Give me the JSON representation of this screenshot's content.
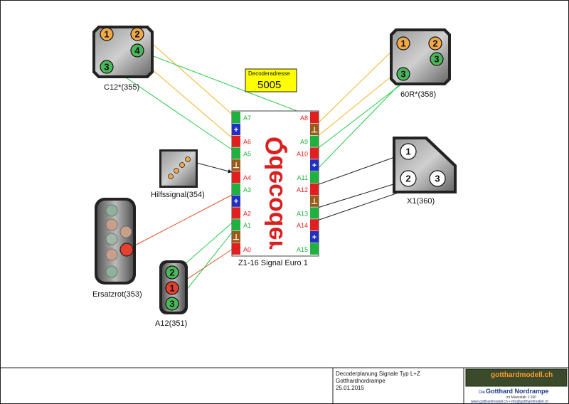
{
  "colors": {
    "wire_green": "#22cc44",
    "wire_yellow": "#f0b428",
    "wire_red": "#e8502a",
    "wire_black": "#222222",
    "led_orange": "#f0a848",
    "led_green": "#4ab85a",
    "led_red": "#e84030",
    "decoder_red": "#e02020",
    "decoder_green": "#20b040",
    "decoder_blue": "#2030c0",
    "decoder_brown": "#9a5a1a"
  },
  "address": {
    "label": "Decoderadresse",
    "value": "5005"
  },
  "decoder": {
    "name": "Z1-16 Signal Euro 1",
    "logo": "Qdecoder",
    "left_pins": [
      {
        "text": "A7",
        "color": "green",
        "symbol": ""
      },
      {
        "text": "",
        "color": "blue",
        "symbol": "+"
      },
      {
        "text": "A6",
        "color": "red",
        "symbol": ""
      },
      {
        "text": "A5",
        "color": "green",
        "symbol": ""
      },
      {
        "text": "",
        "color": "brown",
        "symbol": "⊥"
      },
      {
        "text": "A4",
        "color": "red",
        "symbol": ""
      },
      {
        "text": "A3",
        "color": "green",
        "symbol": ""
      },
      {
        "text": "",
        "color": "blue",
        "symbol": "+"
      },
      {
        "text": "A2",
        "color": "red",
        "symbol": ""
      },
      {
        "text": "A1",
        "color": "green",
        "symbol": ""
      },
      {
        "text": "",
        "color": "brown",
        "symbol": "⊥"
      },
      {
        "text": "A0",
        "color": "red",
        "symbol": ""
      }
    ],
    "right_pins": [
      {
        "text": "A8",
        "color": "red",
        "symbol": ""
      },
      {
        "text": "",
        "color": "brown",
        "symbol": "⊥"
      },
      {
        "text": "A9",
        "color": "green",
        "symbol": ""
      },
      {
        "text": "A10",
        "color": "red",
        "symbol": ""
      },
      {
        "text": "",
        "color": "blue",
        "symbol": "+"
      },
      {
        "text": "A11",
        "color": "green",
        "symbol": ""
      },
      {
        "text": "A12",
        "color": "red",
        "symbol": ""
      },
      {
        "text": "",
        "color": "brown",
        "symbol": "⊥"
      },
      {
        "text": "A13",
        "color": "green",
        "symbol": ""
      },
      {
        "text": "A14",
        "color": "red",
        "symbol": ""
      },
      {
        "text": "",
        "color": "blue",
        "symbol": "+"
      },
      {
        "text": "A15",
        "color": "green",
        "symbol": ""
      }
    ]
  },
  "signals": {
    "c12": {
      "label": "C12*(355)",
      "leds": [
        {
          "n": "1",
          "color": "orange"
        },
        {
          "n": "2",
          "color": "orange"
        },
        {
          "n": "4",
          "color": "green"
        },
        {
          "n": "3",
          "color": "green"
        }
      ]
    },
    "s60r": {
      "label": "60R*(358)",
      "leds": [
        {
          "n": "1",
          "color": "orange"
        },
        {
          "n": "2",
          "color": "orange"
        },
        {
          "n": "3",
          "color": "green"
        },
        {
          "n": "3",
          "color": "green"
        }
      ]
    },
    "hilfs": {
      "label": "Hilfssignal(354)"
    },
    "x1": {
      "label": "X1(360)",
      "leds": [
        {
          "n": "1"
        },
        {
          "n": "2"
        },
        {
          "n": "3"
        }
      ]
    },
    "ersatz": {
      "label": "Ersatzrot(353)"
    },
    "a12": {
      "label": "A12(351)",
      "leds": [
        {
          "n": "2",
          "color": "green"
        },
        {
          "n": "1",
          "color": "red"
        },
        {
          "n": "3",
          "color": "green"
        }
      ]
    }
  },
  "title_block": {
    "line1": "Decoderplanung Signale Typ L+Z",
    "line2": "Gotthardnordrampe",
    "line3": "25.01.2015",
    "brand_banner": "gotthardmodell.ch",
    "brand_prefix": "Die",
    "brand_title": "Gotthard Nordrampe",
    "brand_scale": "im Massstab 1:160",
    "brand_footer": "www.gotthardmodell.ch • info@gotthardmodell.ch"
  }
}
